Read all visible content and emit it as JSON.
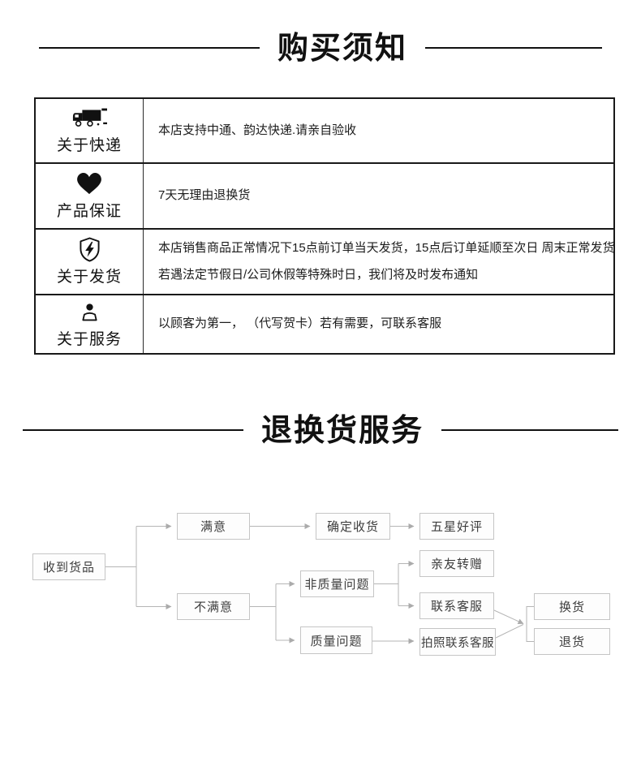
{
  "section1": {
    "title": "购买须知",
    "rows": [
      {
        "icon": "truck-icon",
        "label": "关于快递",
        "line1": "本店支持中通、韵达快递.请亲自验收",
        "line2": ""
      },
      {
        "icon": "heart-icon",
        "label": "产品保证",
        "line1": "7天无理由退换货",
        "line2": ""
      },
      {
        "icon": "shield-lightning-icon",
        "label": "关于发货",
        "line1": "本店销售商品正常情况下15点前订单当天发货，15点后订单延顺至次日 周末正常发货",
        "line2": "若遇法定节假日/公司休假等特殊时日，我们将及时发布通知"
      },
      {
        "icon": "person-icon",
        "label": "关于服务",
        "line1": "以顾客为第一， （代写贺卡）若有需要，可联系客服",
        "line2": ""
      }
    ]
  },
  "section2": {
    "title": "退换货服务"
  },
  "flow": {
    "nodes": {
      "received": "收到货品",
      "satisfied": "满意",
      "confirm": "确定收货",
      "five_star": "五星好评",
      "unsatisfied": "不满意",
      "non_quality": "非质量问题",
      "gift": "亲友转赠",
      "contact": "联系客服",
      "quality": "质量问题",
      "photo_contact": "拍照联系客服",
      "exchange": "换货",
      "refund": "退货"
    }
  },
  "colors": {
    "ink": "#111111",
    "table_border": "#191919",
    "flow_line": "#b5b5b5",
    "flow_box_border": "#c5c5c5",
    "flow_text": "#3d3d3d"
  }
}
